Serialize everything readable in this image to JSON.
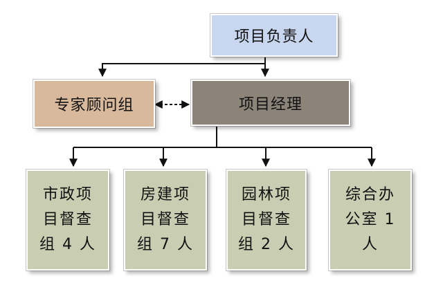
{
  "diagram": {
    "top": {
      "label": "项目负责人",
      "color": "#c8d7ef"
    },
    "manager": {
      "label": "项目经理",
      "color": "#8c8478"
    },
    "advisor": {
      "label": "专家顾问组",
      "color": "#d9b99b"
    },
    "teams": [
      {
        "label": "市政项\n目督查\n组 4 人",
        "color": "#c9cdb1"
      },
      {
        "label": "房建项\n目督查\n组 7 人",
        "color": "#c9cdb1"
      },
      {
        "label": "园林项\n目督查\n组 2 人",
        "color": "#c9cdb1"
      },
      {
        "label": "综合办\n公室 1\n人",
        "color": "#c9cdb1"
      }
    ]
  }
}
